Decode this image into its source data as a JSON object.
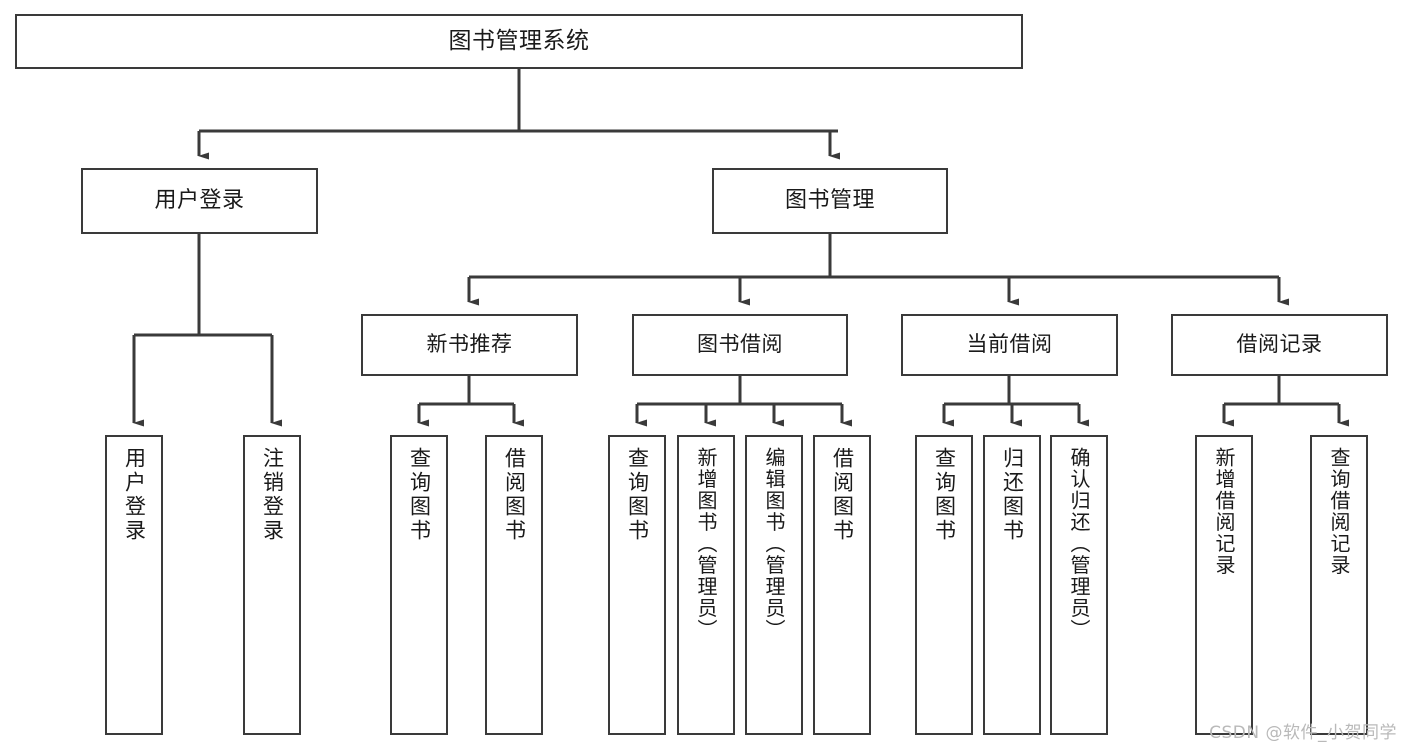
{
  "diagram": {
    "title": "图书管理系统",
    "type": "hierarchy-tree",
    "root": {
      "label": "图书管理系统"
    },
    "level2": [
      {
        "label": "用户登录"
      },
      {
        "label": "图书管理"
      }
    ],
    "level3": [
      {
        "label": "新书推荐"
      },
      {
        "label": "图书借阅"
      },
      {
        "label": "当前借阅"
      },
      {
        "label": "借阅记录"
      }
    ],
    "leaves": {
      "user_login": [
        {
          "label": "用户登录"
        },
        {
          "label": "注销登录"
        }
      ],
      "new_book": [
        {
          "label": "查询图书"
        },
        {
          "label": "借阅图书"
        }
      ],
      "book_borrow": [
        {
          "label": "查询图书"
        },
        {
          "label": "新增图书（管理员）"
        },
        {
          "label": "编辑图书（管理员）"
        },
        {
          "label": "借阅图书"
        }
      ],
      "current_borrow": [
        {
          "label": "查询图书"
        },
        {
          "label": "归还图书"
        },
        {
          "label": "确认归还（管理员）"
        }
      ],
      "borrow_record": [
        {
          "label": "新增借阅记录"
        },
        {
          "label": "查询借阅记录"
        }
      ]
    }
  },
  "watermark": {
    "text": "CSDN @软件_小贺同学"
  },
  "colors": {
    "stroke": "#3a3a3a",
    "fill": "#ffffff",
    "text": "#1a1a1a",
    "watermark": "#b9b9b9"
  }
}
